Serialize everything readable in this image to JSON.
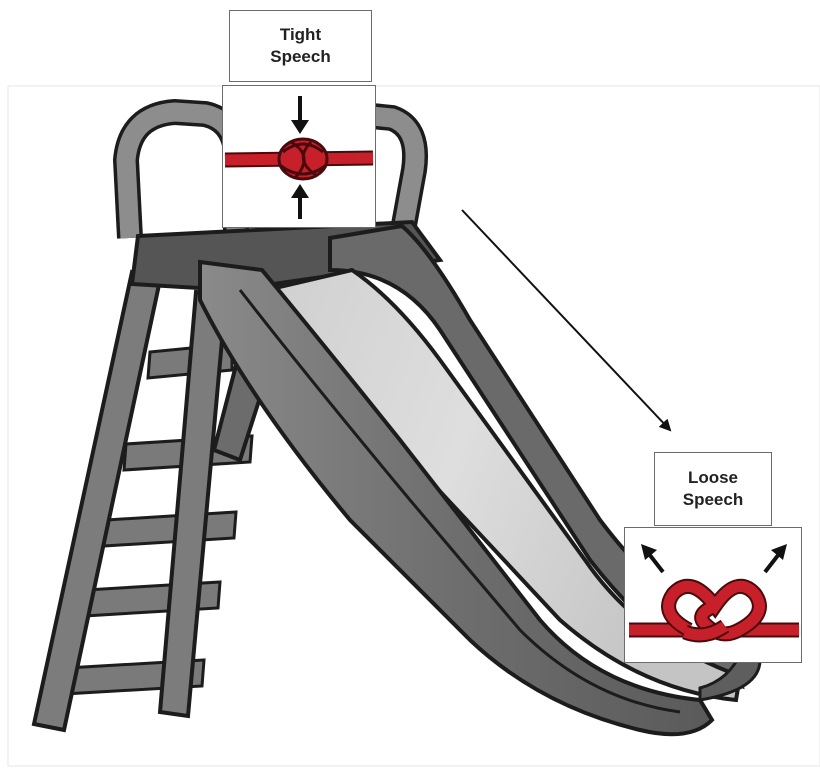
{
  "tight_speech": {
    "label": "Tight\nSpeech",
    "icon": "tight-knot-icon",
    "arrows": "pointing-inward"
  },
  "loose_speech": {
    "label": "Loose\nSpeech",
    "icon": "loose-knot-icon",
    "arrows": "pointing-outward"
  },
  "transition_arrow": "from-tight-to-loose",
  "illustration": "playground-slide-icon",
  "colors": {
    "rope": "#c8202b",
    "rope_outline": "#4a0a0d",
    "slide_dark": "#6a6a6a",
    "slide_light": "#d7d7d7",
    "outline": "#1c1c1c",
    "arrow": "#111111"
  }
}
